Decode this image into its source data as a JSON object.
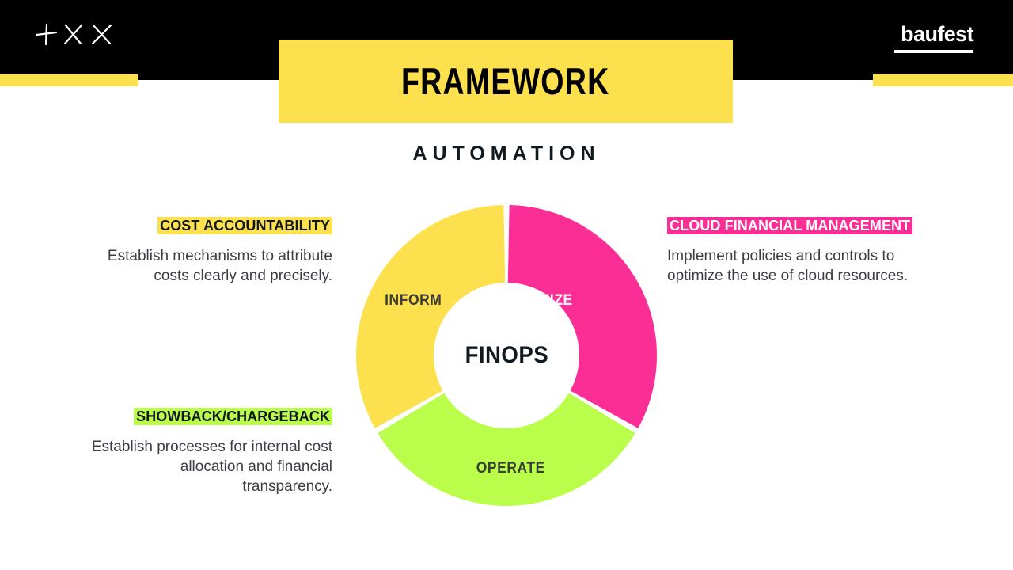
{
  "header": {
    "decoration_icon": "plus-cross-cross-marks",
    "logo_text": "baufest",
    "accent_color": "#FDE04E",
    "background_color": "#000000"
  },
  "title": {
    "text": "FRAMEWORK",
    "banner_color": "#FDE04E",
    "text_color": "#000000"
  },
  "subtitle": {
    "text": "AUTOMATION"
  },
  "blocks": [
    {
      "id": "cost-accountability",
      "heading": "COST ACCOUNTABILITY",
      "body": "Establish mechanisms to attribute costs clearly and precisely.",
      "highlight_color": "#FDE04E",
      "heading_text_color": "#101820"
    },
    {
      "id": "showback-chargeback",
      "heading": "SHOWBACK/CHARGEBACK",
      "body": "Establish processes for internal cost allocation and financial transparency.",
      "highlight_color": "#BAFD4A",
      "heading_text_color": "#101820"
    },
    {
      "id": "cloud-financial-management",
      "heading": "CLOUD FINANCIAL MANAGEMENT",
      "body": "Implement policies and controls to optimize the use of cloud resources.",
      "highlight_color": "#FB2E95",
      "heading_text_color": "#FFFFFF"
    }
  ],
  "chart_data": {
    "type": "pie",
    "title": "FINOPS",
    "center_label": "FINOPS",
    "donut": true,
    "outer_radius": 190,
    "inner_radius": 92,
    "start_angle_deg": 0,
    "legend": "none",
    "categories": [
      "OPTIMIZE",
      "OPERATE",
      "INFORM"
    ],
    "values": [
      33.33,
      33.33,
      33.33
    ],
    "colors": [
      "#FB2E95",
      "#BAFD4A",
      "#FDE04E"
    ],
    "label_colors": [
      "#FFFFFF",
      "#3B3B3B",
      "#3B3B3B"
    ],
    "segments": [
      {
        "name": "OPTIMIZE",
        "value": 33.33,
        "color": "#FB2E95",
        "start_deg": 0,
        "end_deg": 120
      },
      {
        "name": "OPERATE",
        "value": 33.33,
        "color": "#BAFD4A",
        "start_deg": 120,
        "end_deg": 240
      },
      {
        "name": "INFORM",
        "value": 33.33,
        "color": "#FDE04E",
        "start_deg": 240,
        "end_deg": 360
      }
    ]
  }
}
